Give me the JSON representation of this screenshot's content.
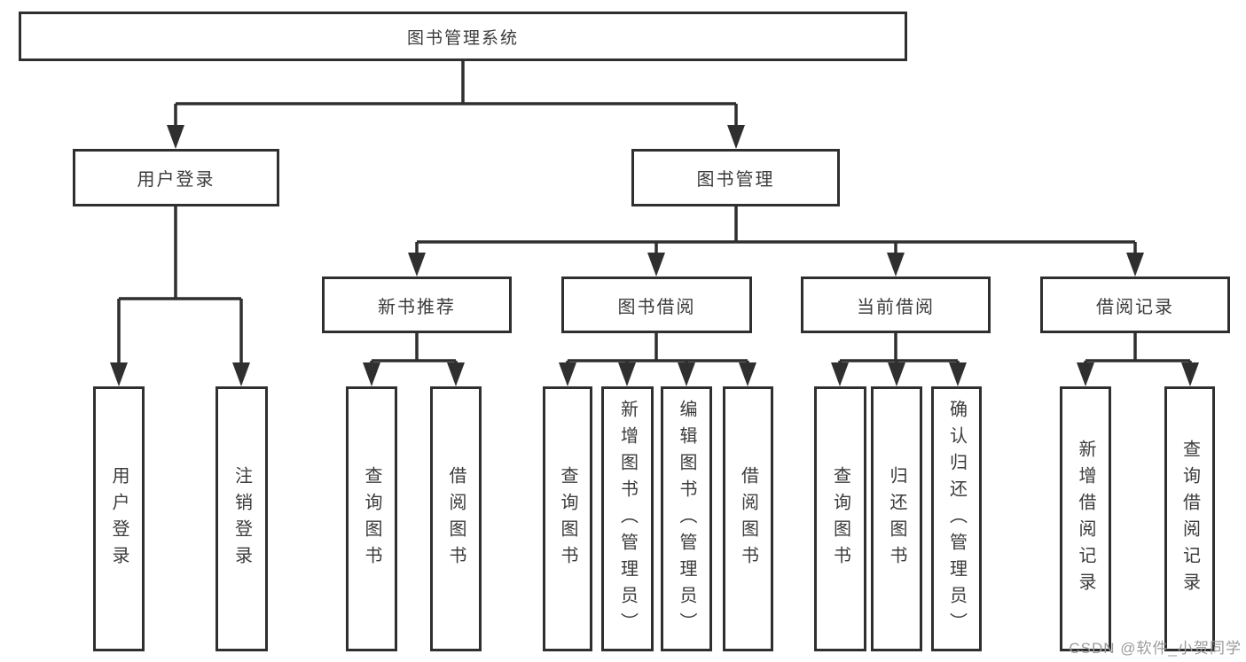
{
  "diagram": {
    "title": "图书管理系统",
    "type": "hierarchy-tree",
    "nodes": {
      "root": "图书管理系统",
      "user_login": "用户登录",
      "book_management": "图书管理",
      "new_book_recommend": "新书推荐",
      "book_borrow": "图书借阅",
      "current_borrow": "当前借阅",
      "borrow_record": "借阅记录",
      "leaf_user_login": "用户登录",
      "leaf_logout": "注销登录",
      "leaf_rec_query_book": "查询图书",
      "leaf_rec_borrow_book": "借阅图书",
      "leaf_bb_query_book": "查询图书",
      "leaf_bb_add_book": "新增图书（管理员）",
      "leaf_bb_edit_book": "编辑图书（管理员）",
      "leaf_bb_borrow_book": "借阅图书",
      "leaf_cb_query_book": "查询图书",
      "leaf_cb_return_book": "归还图书",
      "leaf_cb_confirm_return": "确认归还（管理员）",
      "leaf_br_add_record": "新增借阅记录",
      "leaf_br_query_record": "查询借阅记录"
    },
    "tree": {
      "label": "图书管理系统",
      "children": [
        {
          "label": "用户登录",
          "children": [
            {
              "label": "用户登录"
            },
            {
              "label": "注销登录"
            }
          ]
        },
        {
          "label": "图书管理",
          "children": [
            {
              "label": "新书推荐",
              "children": [
                {
                  "label": "查询图书"
                },
                {
                  "label": "借阅图书"
                }
              ]
            },
            {
              "label": "图书借阅",
              "children": [
                {
                  "label": "查询图书"
                },
                {
                  "label": "新增图书（管理员）"
                },
                {
                  "label": "编辑图书（管理员）"
                },
                {
                  "label": "借阅图书"
                }
              ]
            },
            {
              "label": "当前借阅",
              "children": [
                {
                  "label": "查询图书"
                },
                {
                  "label": "归还图书"
                },
                {
                  "label": "确认归还（管理员）"
                }
              ]
            },
            {
              "label": "借阅记录",
              "children": [
                {
                  "label": "新增借阅记录"
                },
                {
                  "label": "查询借阅记录"
                }
              ]
            }
          ]
        }
      ]
    },
    "colors": {
      "background": "#ffffff",
      "box_border": "#2f2f2f",
      "connector": "#2f2f2f",
      "text": "#3b3b3b",
      "watermark": "#9b9b9b"
    }
  },
  "watermark": {
    "text": "CSDN @软件_小贺同学"
  }
}
